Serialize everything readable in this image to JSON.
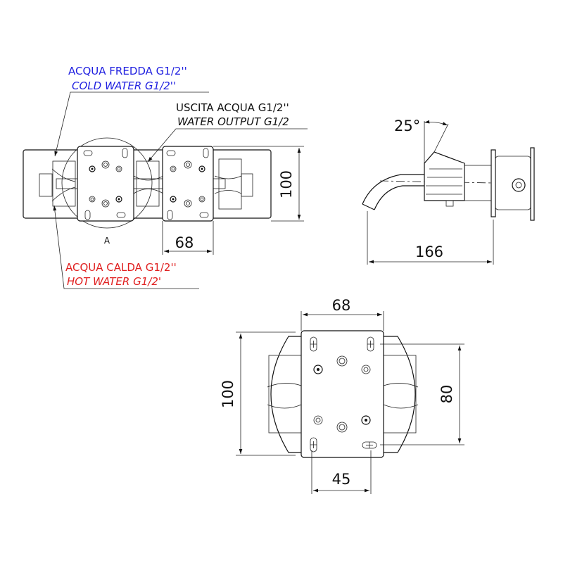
{
  "labels": {
    "cold_it": "ACQUA FREDDA G1/2''",
    "cold_en": "COLD WATER G1/2''",
    "output_it": "USCITA ACQUA G1/2''",
    "output_en": "WATER OUTPUT G1/2",
    "hot_it": "ACQUA CALDA G1/2''",
    "hot_en": "HOT WATER G1/2'",
    "detail": "A"
  },
  "dimensions": {
    "front_height": "100",
    "front_plate_width": "68",
    "side_angle": "25°",
    "side_depth": "166",
    "detail_width": "68",
    "detail_height": "100",
    "detail_inner_height": "80",
    "detail_hole_spacing": "45"
  },
  "colors": {
    "cold": "#2020e0",
    "hot": "#e02020",
    "line": "#111111"
  }
}
